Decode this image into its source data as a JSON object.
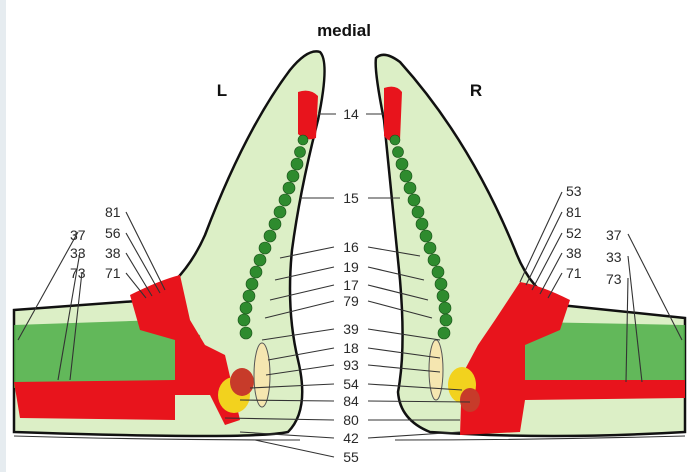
{
  "header": {
    "medial": "medial",
    "left_side": "L",
    "right_side": "R"
  },
  "center_labels": [
    "14",
    "15",
    "16",
    "19",
    "17",
    "79",
    "39",
    "18",
    "93",
    "54",
    "84",
    "80",
    "42",
    "55"
  ],
  "left_labels": [
    "81",
    "56",
    "38",
    "71",
    "37",
    "33",
    "73"
  ],
  "right_labels": [
    "53",
    "81",
    "52",
    "38",
    "71",
    "37",
    "33",
    "73"
  ],
  "colors": {
    "background": "#ffffff",
    "tissue_light": "#dff1c8",
    "tissue_green": "#4fb24a",
    "vertebra_green": "#2e8b2e",
    "highlight_red": "#e8141c",
    "accent_yellow": "#f2d21e",
    "outline": "#111111"
  }
}
